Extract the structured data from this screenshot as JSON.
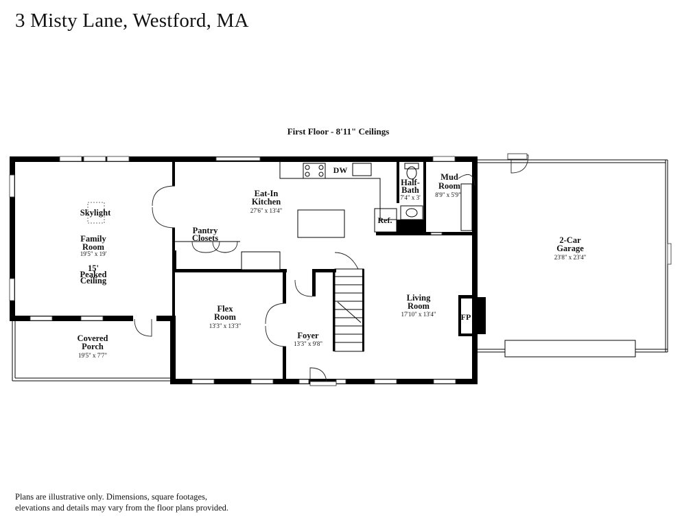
{
  "title": "3 Misty Lane, Westford, MA",
  "floor_title": "First Floor - 8'11\" Ceilings",
  "disclaimer": "Plans are illustrative only. Dimensions, square footages,\nelevations and details may vary from the floor plans provided.",
  "rooms": {
    "skylight": "Skylight",
    "family_name": "Family\nRoom",
    "family_dim": "19'5\" x 19'",
    "peaked": "15'\nPeaked\nCeiling",
    "kitchen_name": "Eat-In\nKitchen",
    "kitchen_dim": "27'6\" x 13'4\"",
    "pantry_name": "Pantry\nClosets",
    "halfbath_name": "Half-\nBath",
    "halfbath_dim": "7'4\" x 3'",
    "mud_name": "Mud\nRoom",
    "mud_dim": "8'9\" x 5'9\"",
    "garage_name": "2-Car\nGarage",
    "garage_dim": "23'8\" x 23'4\"",
    "flex_name": "Flex\nRoom",
    "flex_dim": "13'3\" x 13'3\"",
    "living_name": "Living\nRoom",
    "living_dim": "17'10\" x 13'4\"",
    "foyer_name": "Foyer",
    "foyer_dim": "13'3\" x 9'8\"",
    "porch_name": "Covered\nPorch",
    "porch_dim": "19'5\" x 7'7\""
  },
  "fixtures": {
    "dw": "DW",
    "ref": "Ref.",
    "fp": "FP"
  }
}
